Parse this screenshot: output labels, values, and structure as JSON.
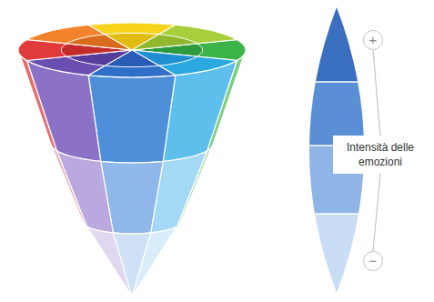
{
  "diagram": {
    "nodes": [
      {
        "text": [
          "+"
        ]
      },
      {
        "text": [
          "Intensità delle emozioni"
        ]
      },
      {
        "text": [
          "−"
        ]
      }
    ],
    "edges": [
      {
        "from": 0,
        "to": 1,
        "arrow": "none"
      },
      {
        "from": 1,
        "to": 2,
        "arrow": "none"
      }
    ]
  }
}
